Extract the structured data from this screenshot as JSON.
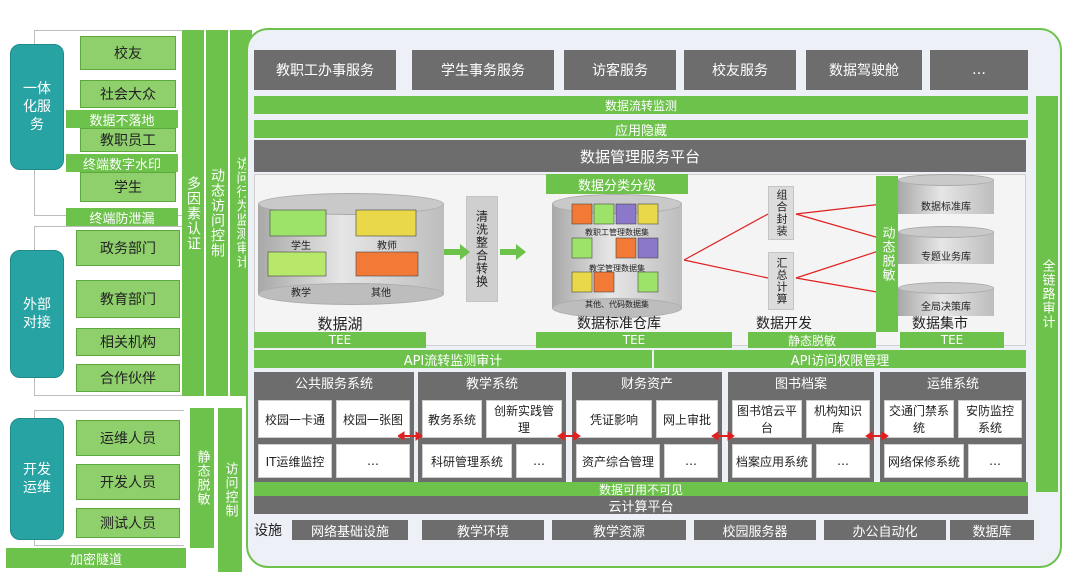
{
  "left": {
    "group1": {
      "title": "一体化服务",
      "items": [
        "校友",
        "社会大众",
        "教职员工",
        "学生"
      ],
      "labels": [
        "数据不落地",
        "终端数字水印",
        "终端防泄漏"
      ]
    },
    "group2": {
      "title": "外部对接",
      "items": [
        "政务部门",
        "教育部门",
        "相关机构",
        "合作伙伴"
      ]
    },
    "group3": {
      "title": "开发运维",
      "items": [
        "运维人员",
        "开发人员",
        "测试人员"
      ]
    },
    "tunnel": "加密隧道",
    "multi_factor": "多因素认证",
    "dynamic_access": "动态访问控制",
    "audit": "访问行为监测审计",
    "static_desens": "静态脱敏",
    "access_control": "访问控制"
  },
  "top_services": [
    "教职工办事服务",
    "学生事务服务",
    "访客服务",
    "校友服务",
    "数据驾驶舱",
    "…"
  ],
  "bars": {
    "flow_monitor": "数据流转监测",
    "app_hide": "应用隐藏",
    "platform": "数据管理服务平台",
    "classification": "数据分类分级",
    "api_flow": "API流转监测审计",
    "api_access": "API访问权限管理",
    "available_invisible": "数据可用不可见",
    "cloud": "云计算平台",
    "full_audit": "全链路审计"
  },
  "data_lake": {
    "title": "数据湖",
    "labels": [
      "学生",
      "教师",
      "教学",
      "其他"
    ],
    "tee": "TEE"
  },
  "clean": "清洗整合转换",
  "warehouse": {
    "title": "数据标准仓库",
    "labels": [
      "教职工管理数据集",
      "教学管理数据集",
      "其他、代码数据集"
    ],
    "tee": "TEE"
  },
  "dev": {
    "title": "数据开发",
    "combine": "组合封装",
    "compute": "汇总计算",
    "static_desens": "静态脱敏"
  },
  "dynamic_desens": "动态脱敏",
  "mart": {
    "title": "数据集市",
    "labels": [
      "数据标准库",
      "专题业务库",
      "全局决策库"
    ],
    "tee": "TEE"
  },
  "systems": [
    {
      "title": "公共服务系统",
      "items": [
        "校园一卡通",
        "校园一张图",
        "IT运维监控",
        "…"
      ]
    },
    {
      "title": "教学系统",
      "items": [
        "教务系统",
        "创新实践管理",
        "科研管理系统",
        "…"
      ]
    },
    {
      "title": "财务资产",
      "items": [
        "凭证影响",
        "网上审批",
        "资产综合管理",
        "…"
      ]
    },
    {
      "title": "图书档案",
      "items": [
        "图书馆云平台",
        "机构知识库",
        "档案应用系统",
        "…"
      ]
    },
    {
      "title": "运维系统",
      "items": [
        "交通门禁系统",
        "安防监控系统",
        "网络保修系统",
        "…"
      ]
    }
  ],
  "infra": {
    "label": "设施",
    "items": [
      "网络基础设施",
      "教学环境",
      "教学资源",
      "校园服务器",
      "办公自动化",
      "数据库"
    ]
  }
}
